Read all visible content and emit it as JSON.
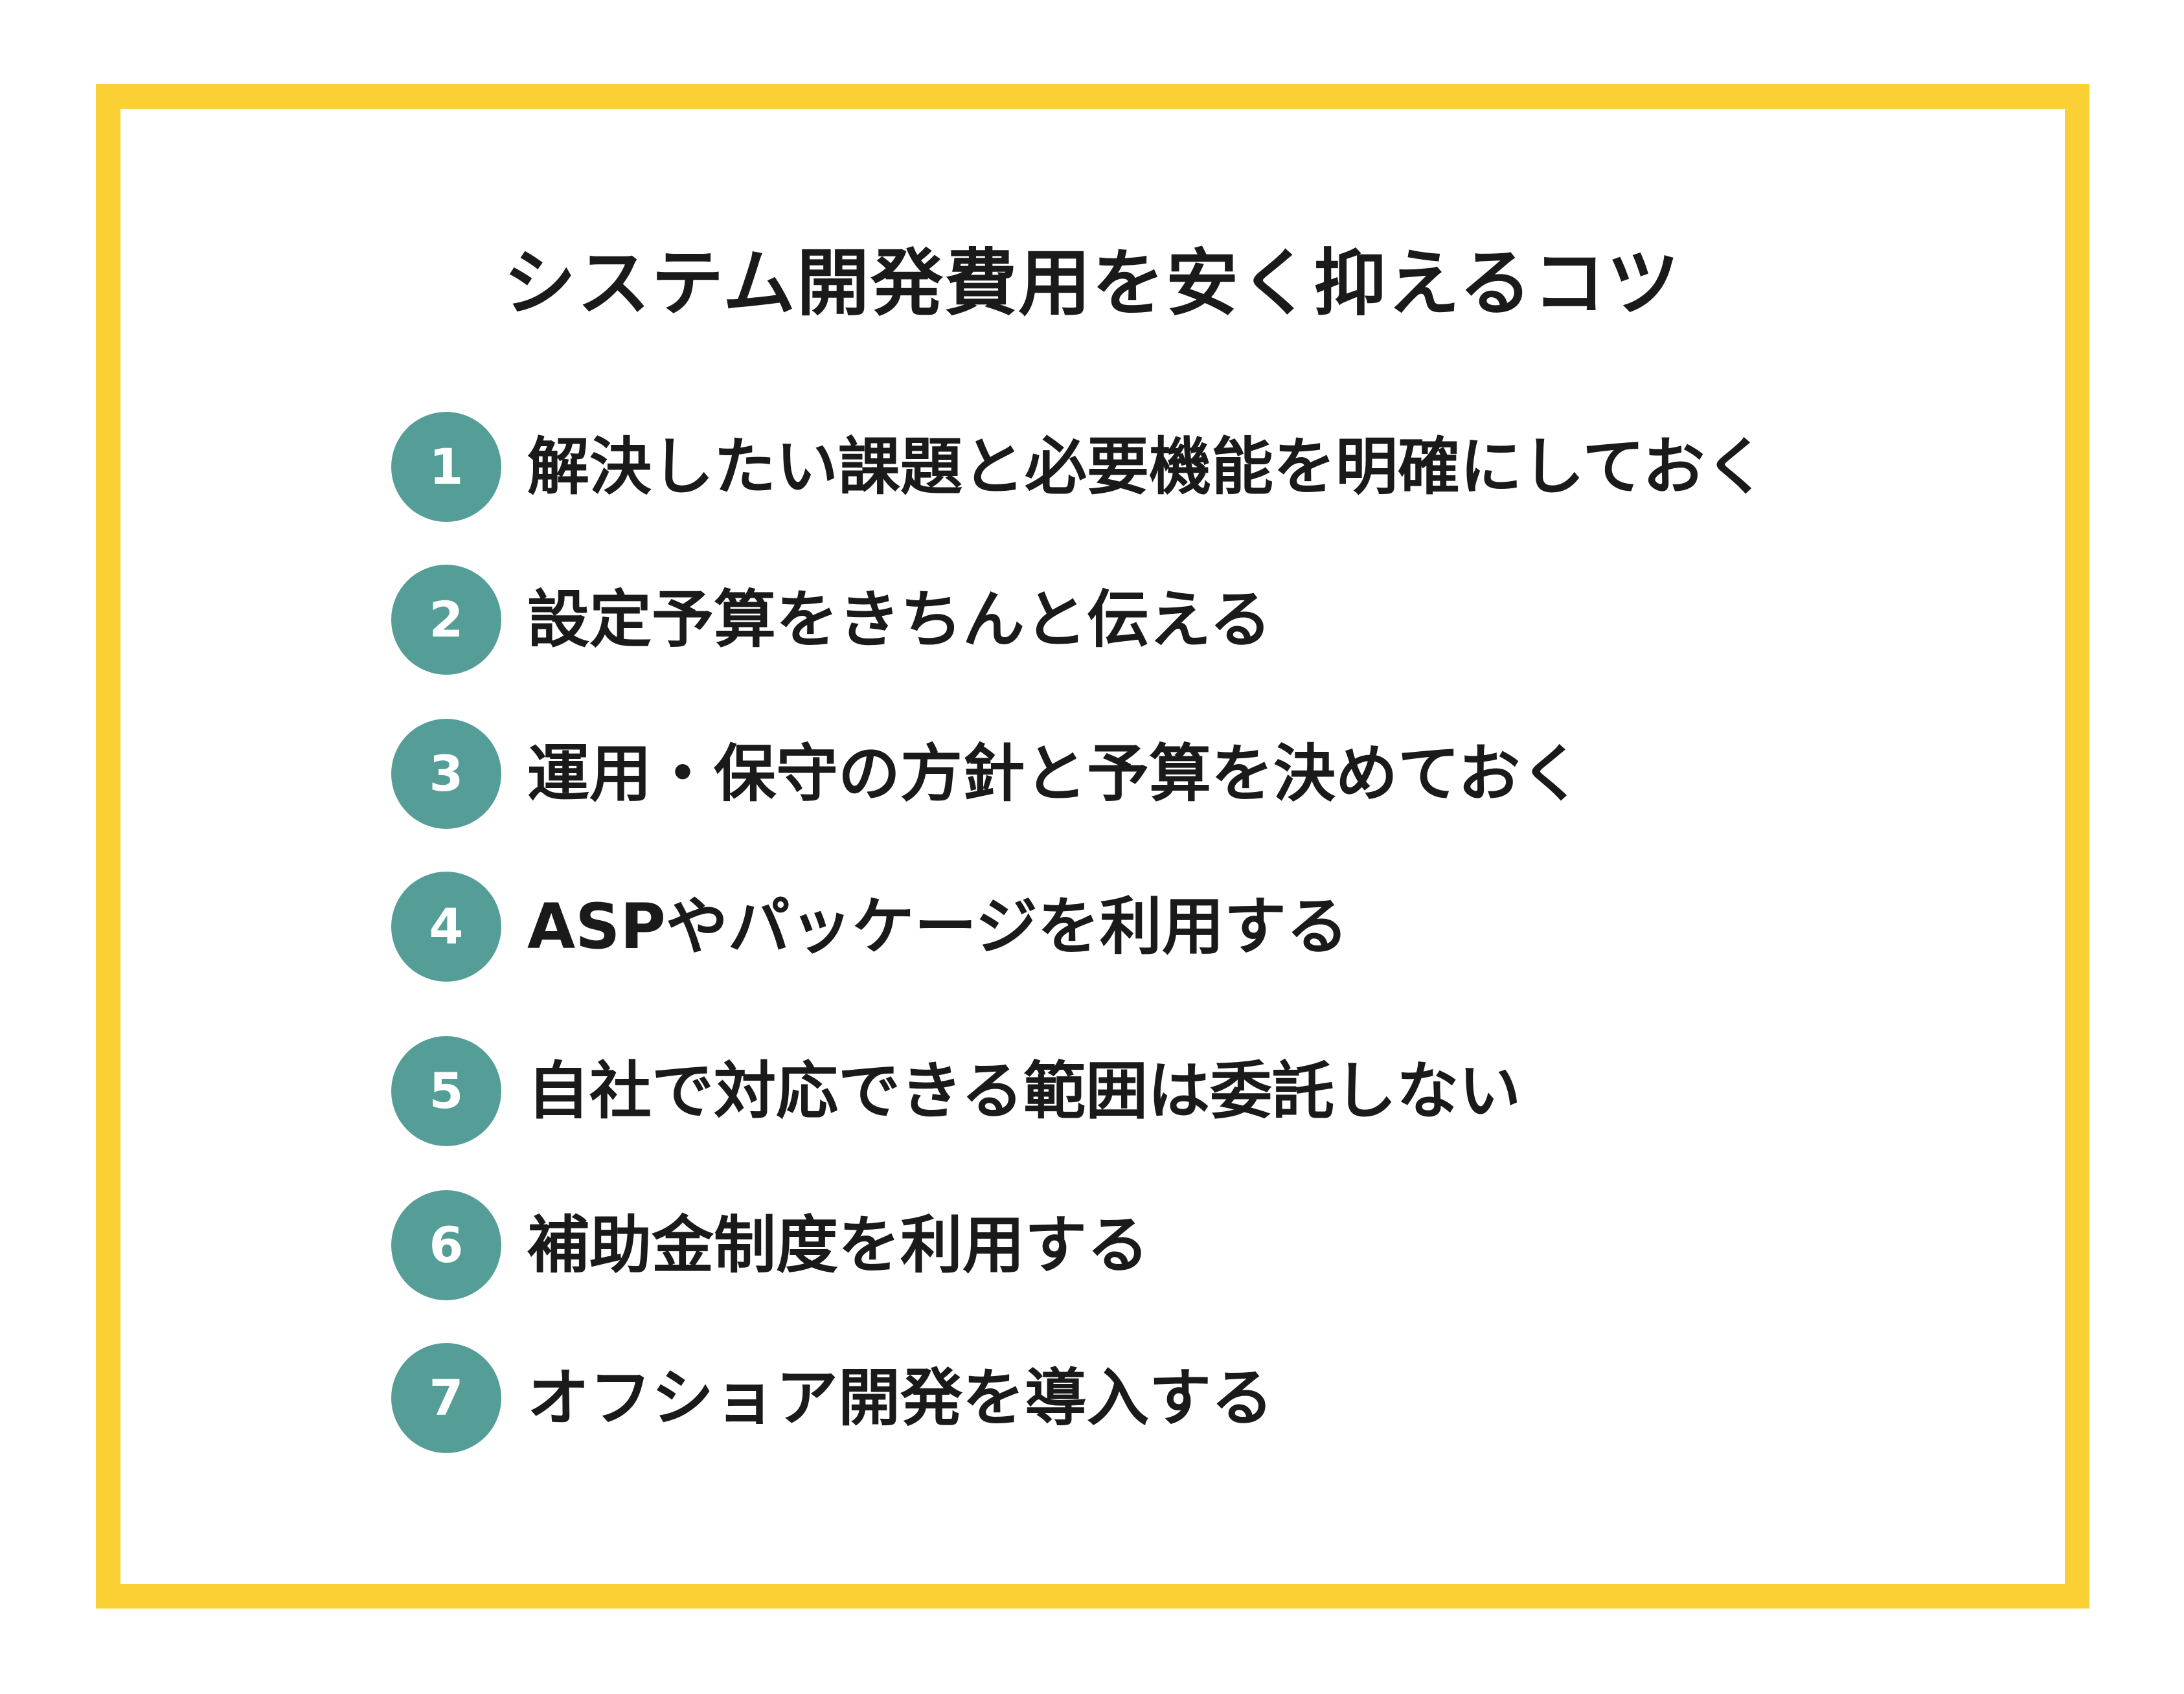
{
  "colors": {
    "frame": "#fbd035",
    "badge": "#559e97",
    "text": "#1a1a1a",
    "background": "#ffffff"
  },
  "title": "システム開発費用を安く抑えるコツ",
  "tips": [
    {
      "number": "1",
      "text": "解決したい課題と必要機能を明確にしておく"
    },
    {
      "number": "2",
      "text": "設定予算をきちんと伝える"
    },
    {
      "number": "3",
      "text": "運用・保守の方針と予算を決めておく"
    },
    {
      "number": "4",
      "text": "ASPやパッケージを利用する"
    },
    {
      "number": "5",
      "text": "自社で対応できる範囲は委託しない"
    },
    {
      "number": "6",
      "text": "補助金制度を利用する"
    },
    {
      "number": "7",
      "text": "オフショア開発を導入する"
    }
  ]
}
